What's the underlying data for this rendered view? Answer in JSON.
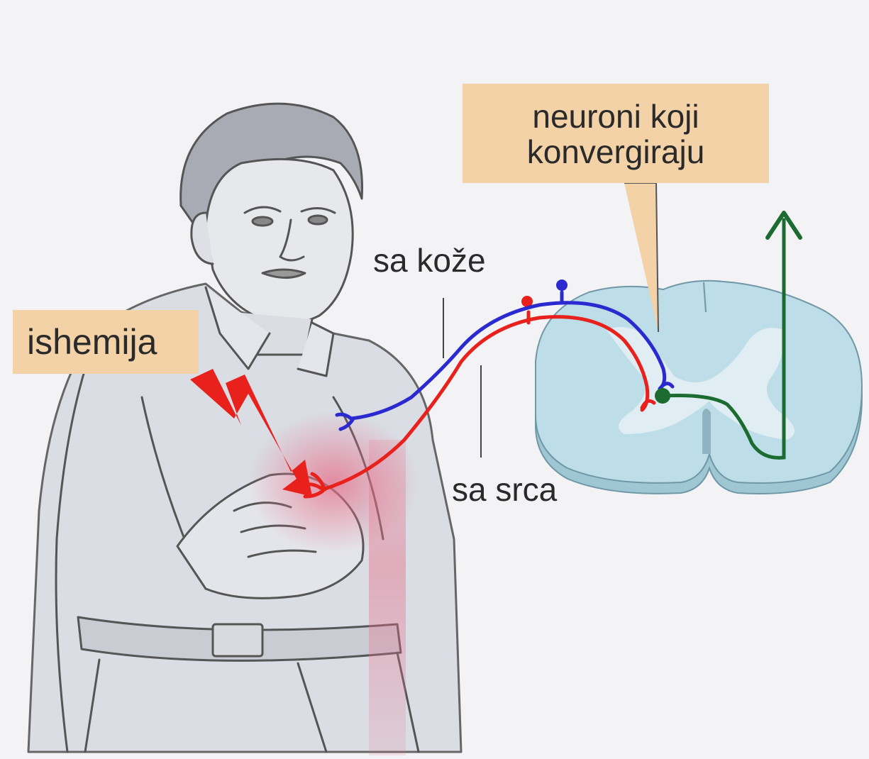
{
  "labels": {
    "ischemia": "ishemija",
    "converging_neurons_line1": "neuroni koji",
    "converging_neurons_line2": "konvergiraju",
    "from_skin": "sa kože",
    "from_heart": "sa srca"
  },
  "colors": {
    "label_box": "#f3d2a8",
    "spinal_cord": "#b9dbe6",
    "grey_matter": "#e2eef3",
    "skin_fiber": "#2a2ad0",
    "heart_fiber": "#e8211c",
    "ascending_pathway": "#1c6b30",
    "ischemia_arrow": "#e8211c",
    "ischemia_glow": "#e6708a"
  },
  "icons": {
    "ischemia": "lightning-arrow-icon",
    "ascending": "arrow-up-icon"
  }
}
